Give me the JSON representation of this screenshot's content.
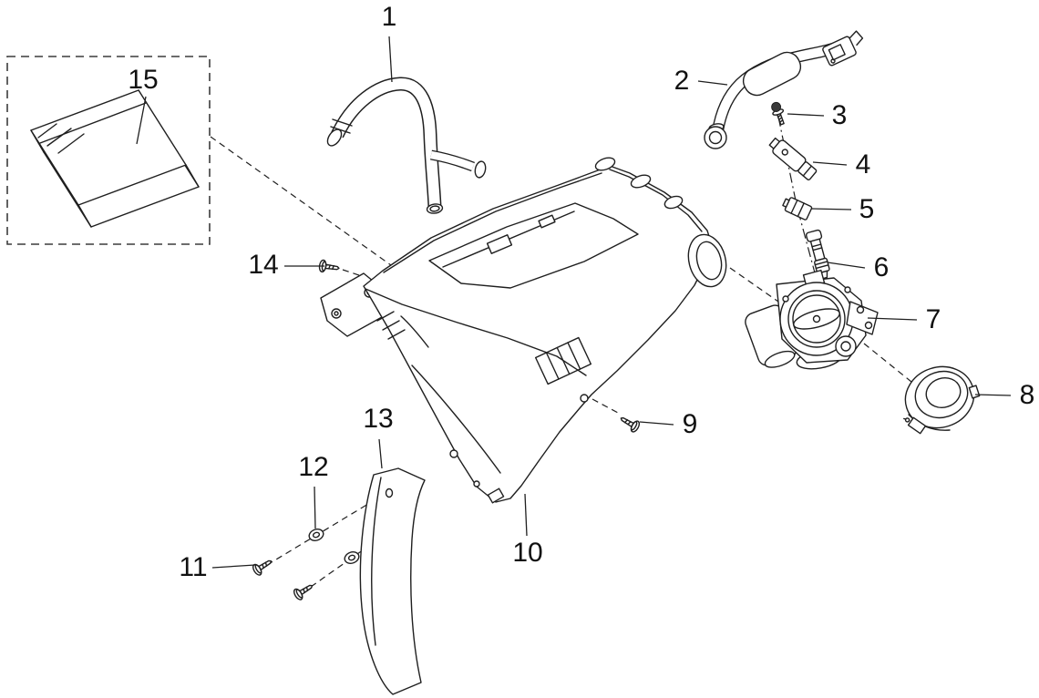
{
  "colors": {
    "background": "#ffffff",
    "line": "#1f1f1f",
    "label": "#111111"
  },
  "labels": [
    {
      "name": "vent-hose",
      "text": "1"
    },
    {
      "name": "breather-hose",
      "text": "2"
    },
    {
      "name": "bolt",
      "text": "3"
    },
    {
      "name": "sensor",
      "text": "4"
    },
    {
      "name": "clip",
      "text": "5"
    },
    {
      "name": "fuel-injector",
      "text": "6"
    },
    {
      "name": "throttle-body",
      "text": "7"
    },
    {
      "name": "intake-duct-ring",
      "text": "8"
    },
    {
      "name": "screw",
      "text": "9"
    },
    {
      "name": "airbox-housing",
      "text": "10"
    },
    {
      "name": "screw",
      "text": "11"
    },
    {
      "name": "washer",
      "text": "12"
    },
    {
      "name": "mud-flap",
      "text": "13"
    },
    {
      "name": "screw",
      "text": "14"
    },
    {
      "name": "air-filter",
      "text": "15"
    }
  ]
}
